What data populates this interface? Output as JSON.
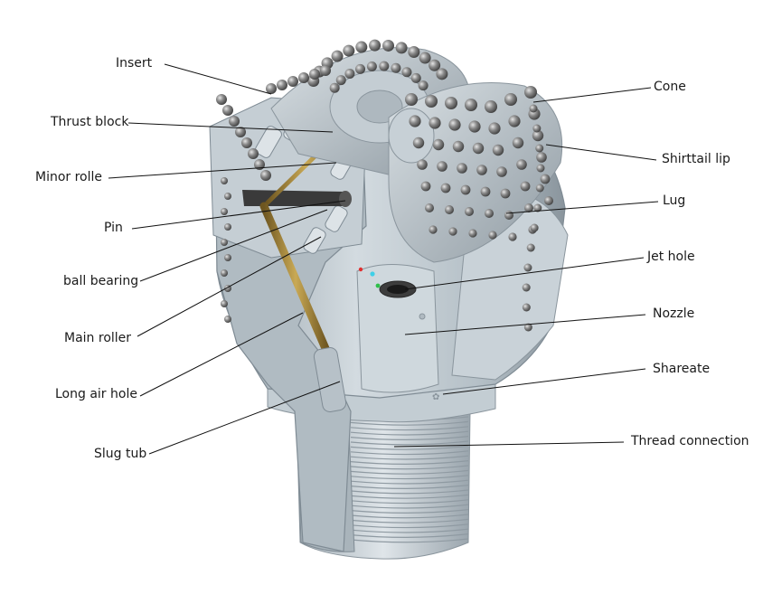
{
  "labels_left": [
    {
      "id": "insert",
      "text": "Insert"
    },
    {
      "id": "thrust-block",
      "text": "Thrust block"
    },
    {
      "id": "minor-rolle",
      "text": "Minor rolle"
    },
    {
      "id": "pin",
      "text": "Pin"
    },
    {
      "id": "ball-bearing",
      "text": "ball bearing"
    },
    {
      "id": "main-roller",
      "text": "Main roller"
    },
    {
      "id": "long-air-hole",
      "text": "Long air hole"
    },
    {
      "id": "slug-tub",
      "text": "Slug tub"
    }
  ],
  "labels_right": [
    {
      "id": "cone",
      "text": "Cone"
    },
    {
      "id": "shirttail-lip",
      "text": "Shirttail lip"
    },
    {
      "id": "lug",
      "text": "Lug"
    },
    {
      "id": "jet-hole",
      "text": "Jet hole"
    },
    {
      "id": "nozzle",
      "text": "Nozzle"
    },
    {
      "id": "shareate",
      "text": "Shareate"
    },
    {
      "id": "thread-connection",
      "text": "Thread connection"
    }
  ],
  "colors": {
    "steel": "#b9c4cc",
    "steel_dark": "#7f8b94",
    "insert": "#6f6f6f",
    "brass": "#a88a3c",
    "leader": "#111111"
  }
}
